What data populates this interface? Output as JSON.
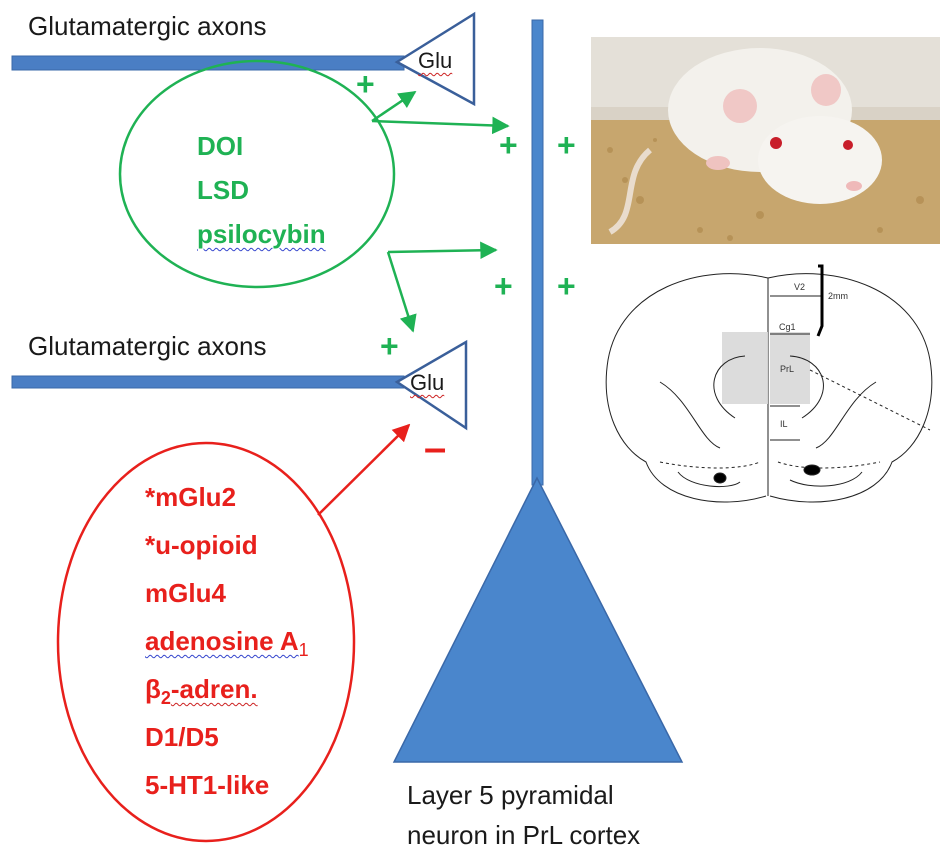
{
  "axon_labels": [
    "Glutamatergic axons",
    "Glutamatergic axons"
  ],
  "glu_labels": [
    "Glu",
    "Glu"
  ],
  "excitatory_drugs": [
    "DOI",
    "LSD",
    "psilocybin"
  ],
  "inhibitory_receptors": [
    {
      "text": "*mGlu2"
    },
    {
      "text": "*u-opioid"
    },
    {
      "text": "mGlu4"
    },
    {
      "text": "adenosine A",
      "sub": "1"
    },
    {
      "text": "β",
      "sub": "2",
      "after": "-adren."
    },
    {
      "text": "D1/D5"
    },
    {
      "text": "5-HT1-like"
    }
  ],
  "signs": {
    "plus": "+",
    "minus": "–"
  },
  "neuron_label": [
    "Layer 5 pyramidal",
    "neuron in PrL cortex"
  ],
  "brain_section_labels": {
    "v2": "V2",
    "scale": "2mm",
    "cg1": "Cg1",
    "prl": "PrL",
    "il": "IL"
  },
  "colors": {
    "axon": "#4a7ec4",
    "neuron": "#4a86cc",
    "excitatory": "#1fb254",
    "inhibitory": "#e8201c"
  }
}
